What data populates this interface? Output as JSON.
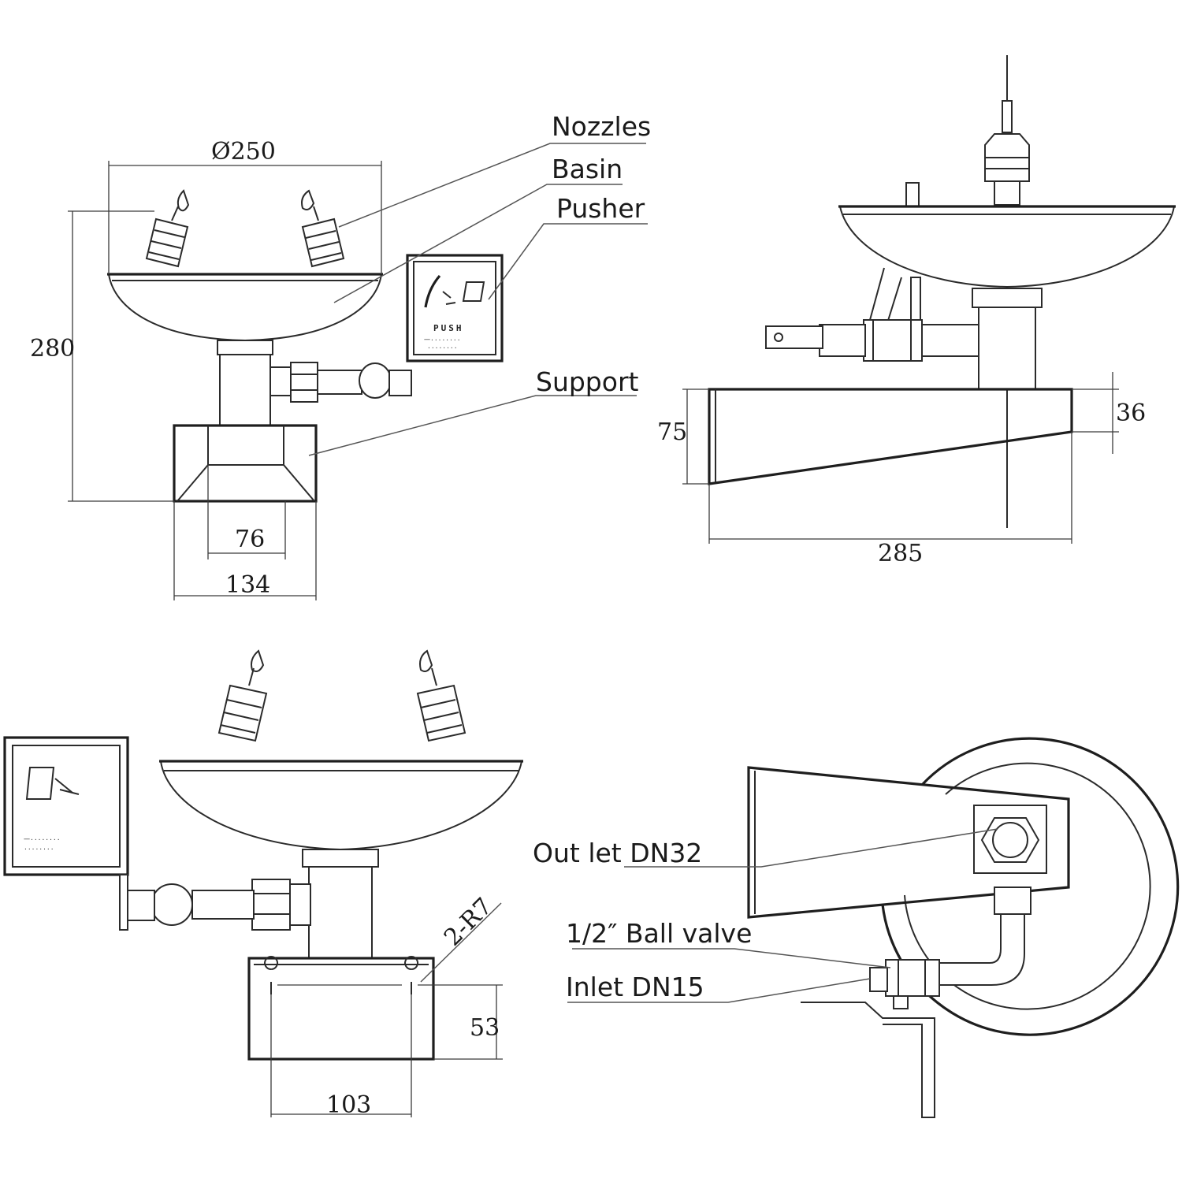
{
  "labels": {
    "nozzles": "Nozzles",
    "basin": "Basin",
    "pusher": "Pusher",
    "support": "Support",
    "outlet": "Out let DN32",
    "ball_valve": "1/2″  Ball valve",
    "inlet": "Inlet DN15",
    "mount": "2-R7"
  },
  "dimensions": {
    "basin_diameter": "Ø250",
    "height": "280",
    "support_inner": "76",
    "support_width": "134",
    "base_height": "75",
    "base_end_height": "36",
    "base_length": "285",
    "mount_height": "53",
    "mount_spacing": "103"
  },
  "pusher_plate": {
    "text": "PUSH",
    "fine_print_1": "一········",
    "fine_print_2": "········"
  }
}
